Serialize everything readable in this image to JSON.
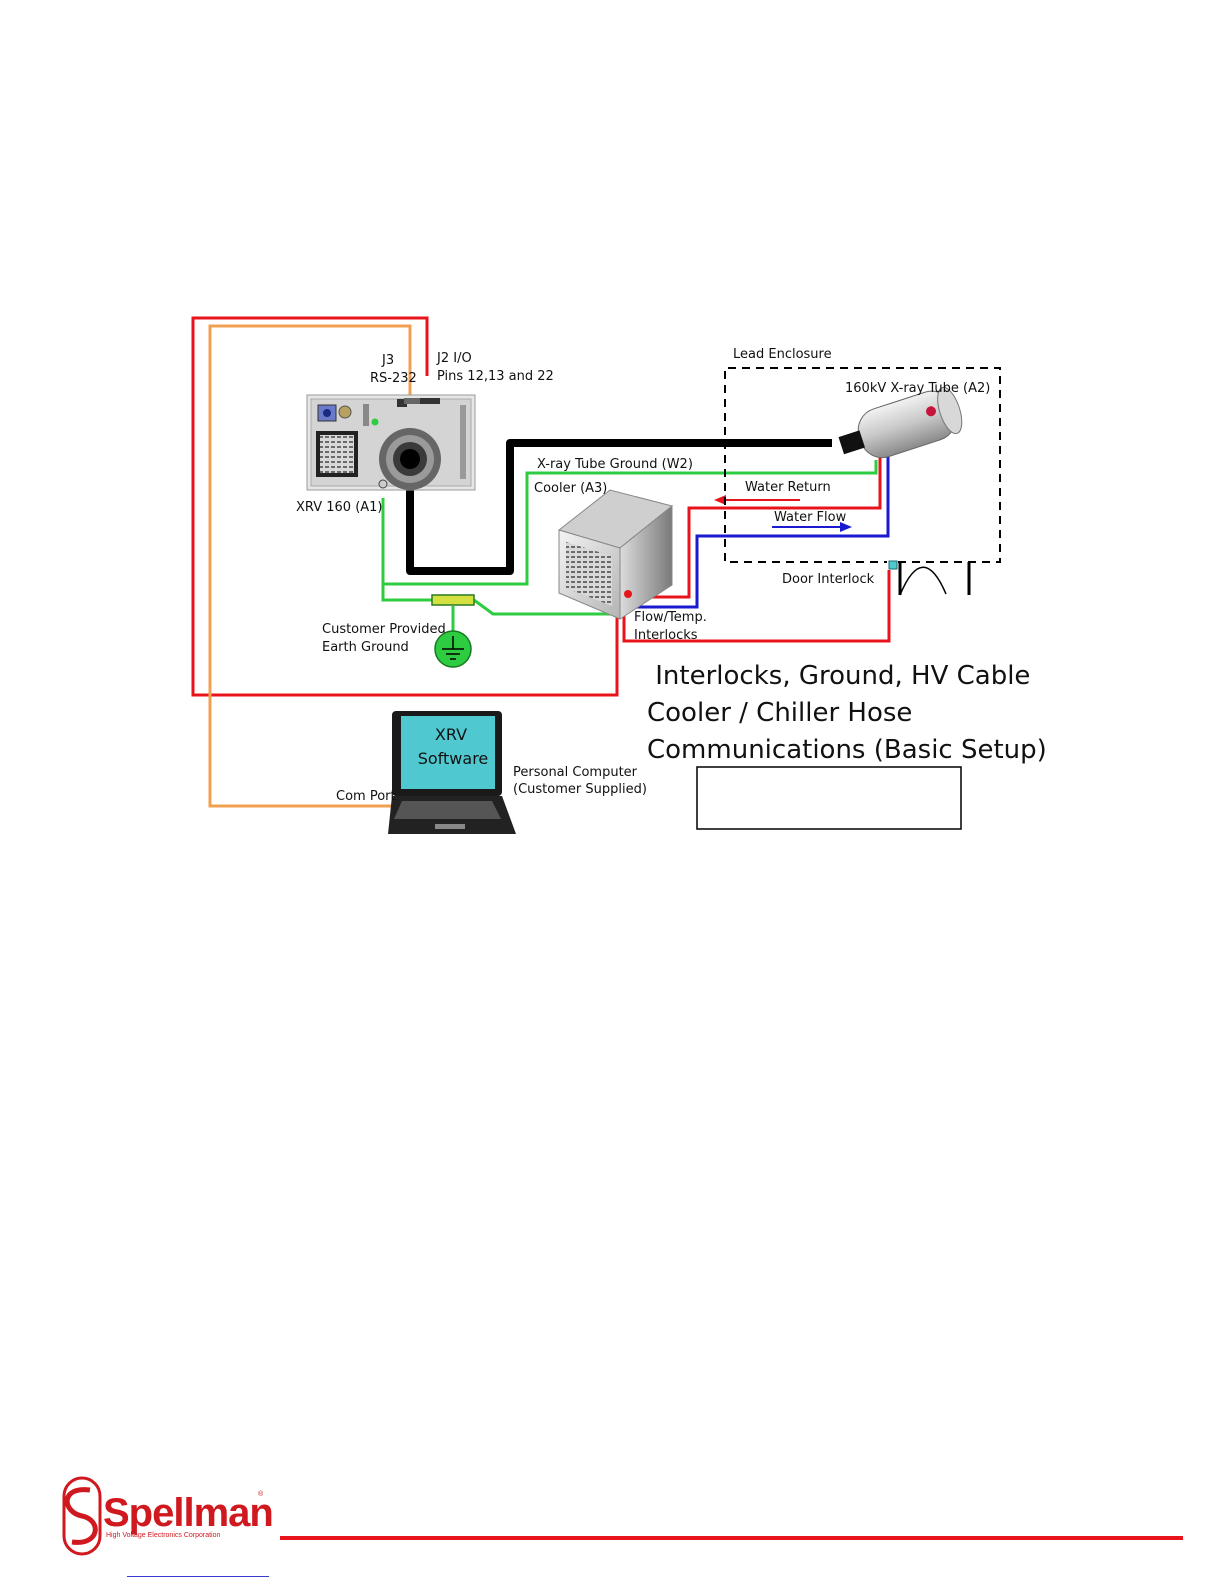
{
  "diagram": {
    "labels": {
      "j3": "J3",
      "rs232": "RS-232",
      "j2io": "J2 I/O",
      "pins": "Pins 12,13 and 22",
      "lead_enclosure": "Lead Enclosure",
      "xray_tube": "160kV X-ray Tube (A2)",
      "xray_tube_ground": "X-ray Tube Ground (W2)",
      "cooler": "Cooler (A3)",
      "xrv160": "XRV 160 (A1)",
      "water_return": "Water  Return",
      "water_flow": "Water Flow",
      "door_interlock": "Door Interlock",
      "flow_temp": "Flow/Temp.",
      "interlocks": "Interlocks",
      "customer_provided": "Customer Provided",
      "earth_ground": "Earth Ground",
      "com_port": "Com Port",
      "personal_computer": "Personal Computer",
      "customer_supplied": "(Customer Supplied)",
      "screen_line1": "XRV",
      "screen_line2": "Software"
    },
    "title_lines": [
      " Interlocks, Ground, HV Cable",
      "Cooler / Chiller Hose",
      "Communications (Basic Setup)"
    ],
    "colors": {
      "red_wire": "#e8141c",
      "orange_wire": "#f0a050",
      "green_wire": "#2ecc40",
      "blue_wire": "#1a1ad0",
      "hv_cable": "#000000",
      "screen": "#4fc8d0"
    }
  },
  "footer": {
    "logo_text": "Spellman",
    "logo_subtitle": "High Voltage Electronics Corporation",
    "registered_mark": "®"
  }
}
